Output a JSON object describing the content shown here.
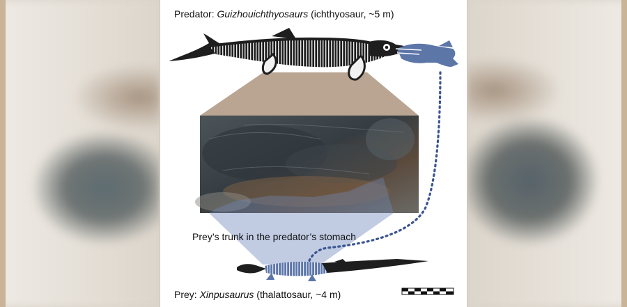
{
  "predator": {
    "prefix": "Predator: ",
    "genus": "Guizhouichthyosaurs",
    "suffix": " (ichthyosaur, ~5 m)"
  },
  "stomach_label": "Prey’s trunk in the predator’s stomach",
  "prey": {
    "prefix": "Prey: ",
    "genus": "Xinpusaurus",
    "suffix": " (thalattosaur, ~4 m)"
  },
  "colors": {
    "taupe": "#b9a592",
    "prey_blue": "#5d76a8",
    "skeleton_dark": "#1e1e1e",
    "dotted_line": "#3a5590"
  }
}
